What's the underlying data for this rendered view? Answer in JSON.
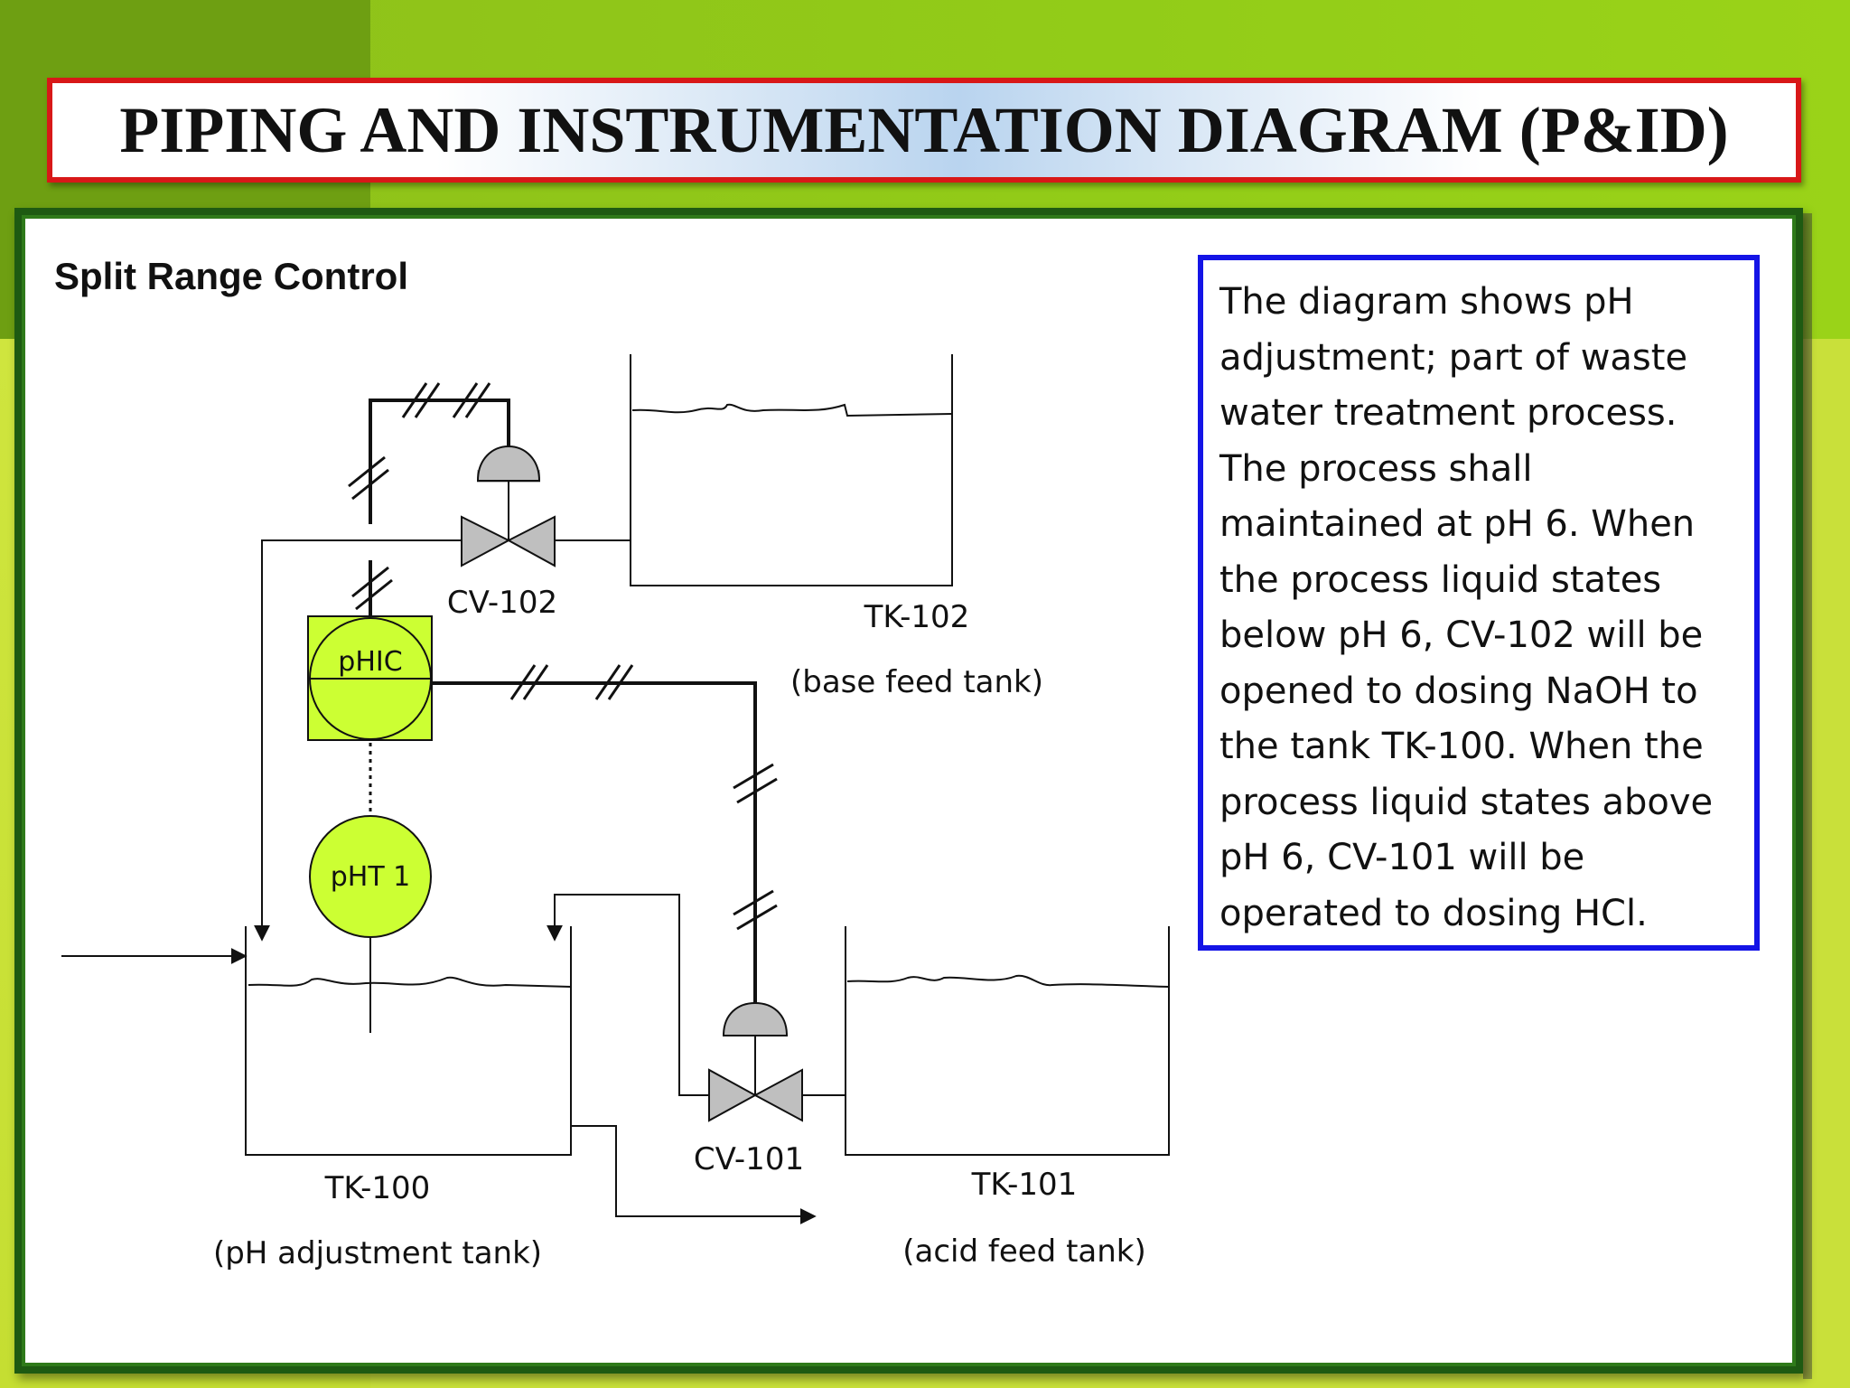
{
  "title": "PIPING AND INSTRUMENTATION DIAGRAM (P&ID)",
  "subtitle": "Split Range Control",
  "description": "The diagram shows pH adjustment; part of waste water treatment process. The process shall maintained at pH 6. When the process liquid states below pH 6, CV-102 will be opened to dosing NaOH to the tank TK-100. When the process liquid states above pH 6, CV-101 will be operated to dosing HCl.",
  "diagram": {
    "valves": [
      {
        "tag": "CV-102"
      },
      {
        "tag": "CV-101"
      }
    ],
    "instruments": [
      {
        "tag": "pHIC"
      },
      {
        "tag": "pHT 1"
      }
    ],
    "tanks": [
      {
        "tag": "TK-102",
        "desc": "(base feed tank)"
      },
      {
        "tag": "TK-100",
        "desc": "(pH adjustment tank)"
      },
      {
        "tag": "TK-101",
        "desc": "(acid feed tank)"
      }
    ]
  },
  "colors": {
    "instrument_fill": "#ccff33",
    "valve_fill": "#bfbfbf",
    "title_border": "#d81818",
    "desc_border": "#1414e6",
    "panel_border": "#1e5a12"
  }
}
